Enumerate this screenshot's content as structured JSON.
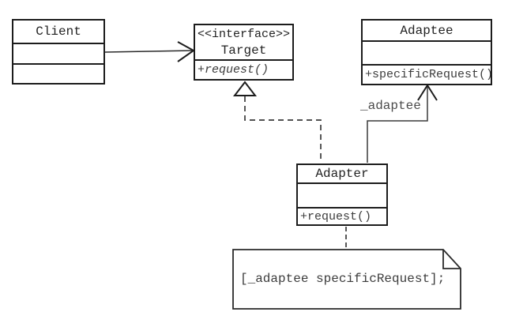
{
  "classes": {
    "client": {
      "name": "Client"
    },
    "target": {
      "stereotype": "<<interface>>",
      "name": "Target",
      "method": "+request()"
    },
    "adaptee": {
      "name": "Adaptee",
      "method": "+specificRequest()"
    },
    "adapter": {
      "name": "Adapter",
      "method": "+request()"
    }
  },
  "edges": {
    "adaptee_role_label": "_adaptee"
  },
  "note": {
    "text": "[_adaptee specificRequest];"
  },
  "colors": {
    "line": "#2a2a2a",
    "box_border": "#1c1c1c",
    "background": "#ffffff",
    "text_primary": "#222222",
    "text_secondary": "#3d3d3d"
  }
}
